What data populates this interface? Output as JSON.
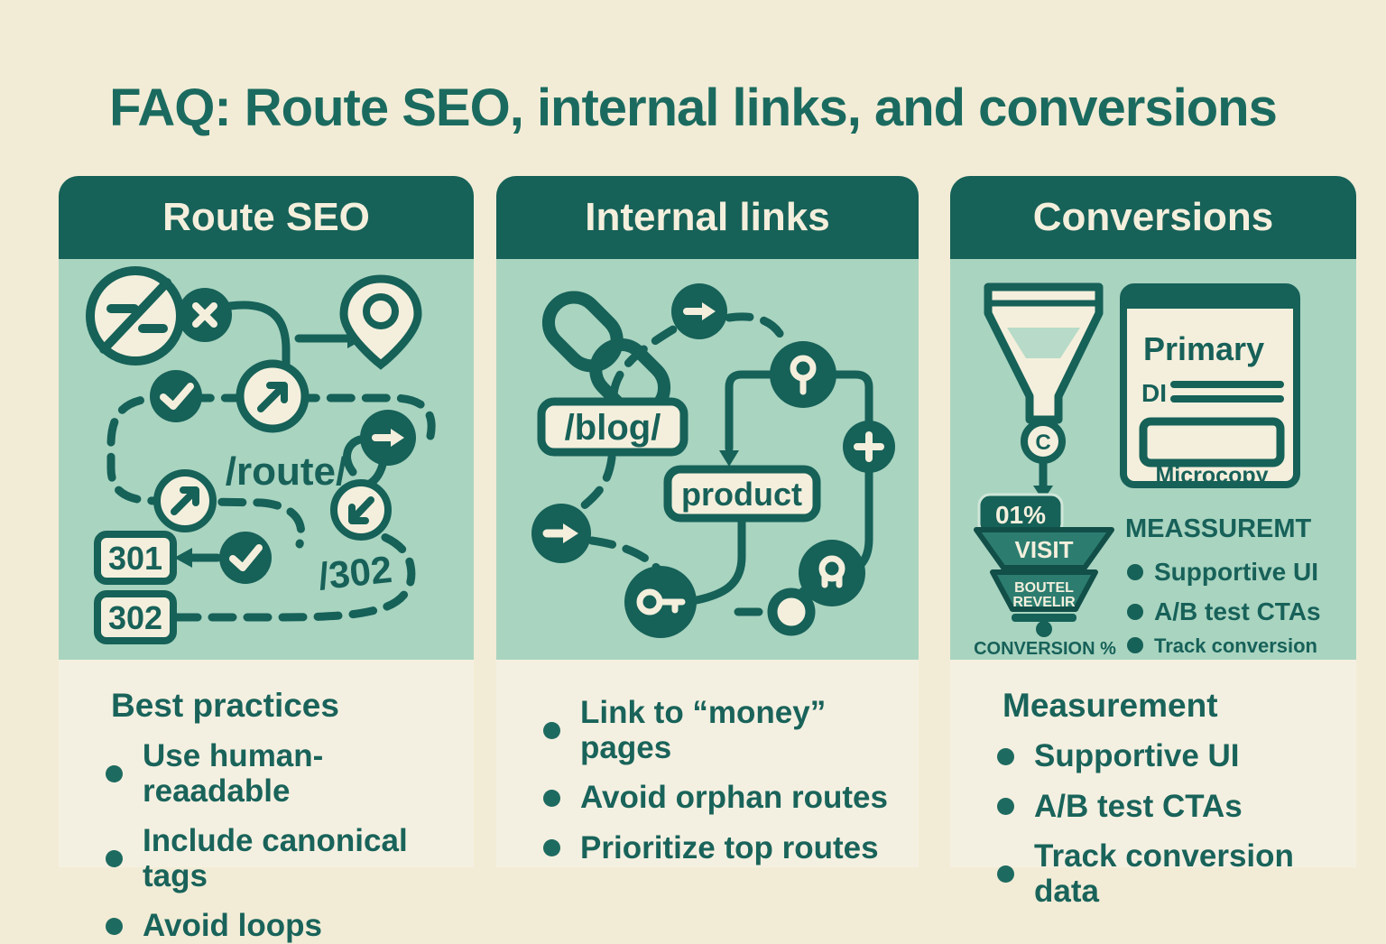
{
  "title": "FAQ: Route SEO, internal links, and conversions",
  "colors": {
    "background": "#f2ecd6",
    "panel_green": "#a9d4c0",
    "teal_dark": "#166158",
    "cream": "#f4efdc",
    "footer_panel": "#f4f0e1"
  },
  "columns": [
    {
      "header": "Route SEO",
      "diagram": {
        "route_label": "/route/",
        "redirect_301": "301",
        "redirect_302": "302",
        "slash_302": "/302"
      },
      "footer": {
        "heading": "Best practices",
        "bullets": [
          "Use human-reaadable",
          "Include canonical tags",
          "Avoid loops"
        ]
      }
    },
    {
      "header": "Internal links",
      "diagram": {
        "blog_label": "/blog/",
        "product_label": "product"
      },
      "footer": {
        "bullets": [
          "Link to “money” pages",
          "Avoid orphan routes",
          "Prioritize top routes"
        ]
      }
    },
    {
      "header": "Conversions",
      "diagram": {
        "card_title": "Primary",
        "card_di": "DI",
        "card_microcopy": "Microcopy",
        "badge": "01%",
        "funnel_stage1": "VISIT",
        "funnel_stage2_line1": "BOUTEL",
        "funnel_stage2_line2": "REVELIR",
        "conversion_label": "CONVERSION %",
        "measurement_heading": "MEASSUREMT",
        "measurement_bullets": [
          "Supportive UI",
          "A/B test CTAs",
          "Track conversion"
        ]
      },
      "footer": {
        "heading": "Measurement",
        "bullets": [
          "Supportive UI",
          "A/B test CTAs",
          "Track conversion data"
        ]
      }
    }
  ]
}
